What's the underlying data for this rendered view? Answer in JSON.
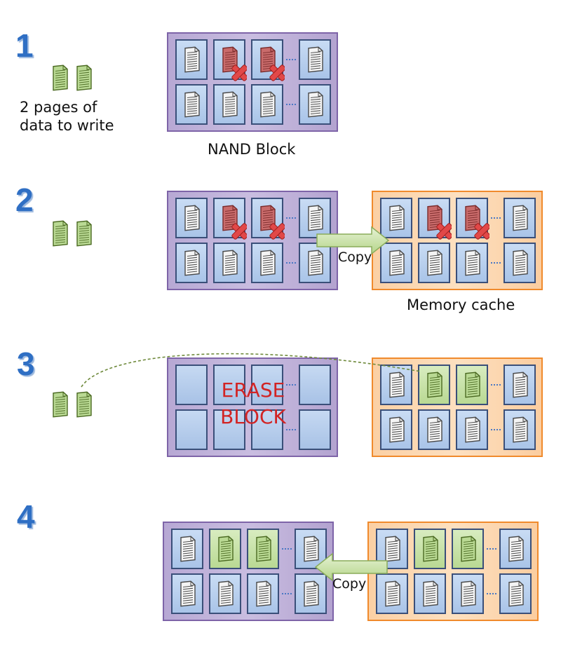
{
  "steps": [
    {
      "number": "1"
    },
    {
      "number": "2"
    },
    {
      "number": "3"
    },
    {
      "number": "4"
    }
  ],
  "labels": {
    "data_pages": "2 pages of\ndata to write",
    "nand_block": "NAND Block",
    "memory_cache": "Memory cache",
    "copy": "Copy",
    "erase_line1": "ERASE",
    "erase_line2": "BLOCK"
  },
  "colors": {
    "step_number": "#2f6fc4",
    "nand_block_border": "#7e64a8",
    "cache_border": "#f08a2c",
    "erase_text": "#d22424",
    "new_page": "#b9d993",
    "stale_page": "#c96b6b"
  },
  "icons": {
    "page": "document-icon",
    "stale_page": "invalid-page-icon",
    "new_page": "new-data-page-icon",
    "delete_mark": "red-x-icon",
    "copy_arrow": "copy-arrow-icon"
  },
  "grids": {
    "nand1": [
      [
        "page",
        "stale",
        "stale",
        "page"
      ],
      [
        "page",
        "page",
        "page",
        "page"
      ]
    ],
    "nand2": [
      [
        "page",
        "stale",
        "stale",
        "page"
      ],
      [
        "page",
        "page",
        "page",
        "page"
      ]
    ],
    "cache2": [
      [
        "page",
        "stale",
        "stale",
        "page"
      ],
      [
        "page",
        "page",
        "page",
        "page"
      ]
    ],
    "nand3": [
      [
        "empty",
        "empty",
        "empty",
        "empty"
      ],
      [
        "empty",
        "empty",
        "empty",
        "empty"
      ]
    ],
    "cache3": [
      [
        "page",
        "new",
        "new",
        "page"
      ],
      [
        "page",
        "page",
        "page",
        "page"
      ]
    ],
    "nand4": [
      [
        "page",
        "new",
        "new",
        "page"
      ],
      [
        "page",
        "page",
        "page",
        "page"
      ]
    ],
    "cache4": [
      [
        "page",
        "new",
        "new",
        "page"
      ],
      [
        "page",
        "page",
        "page",
        "page"
      ]
    ]
  }
}
